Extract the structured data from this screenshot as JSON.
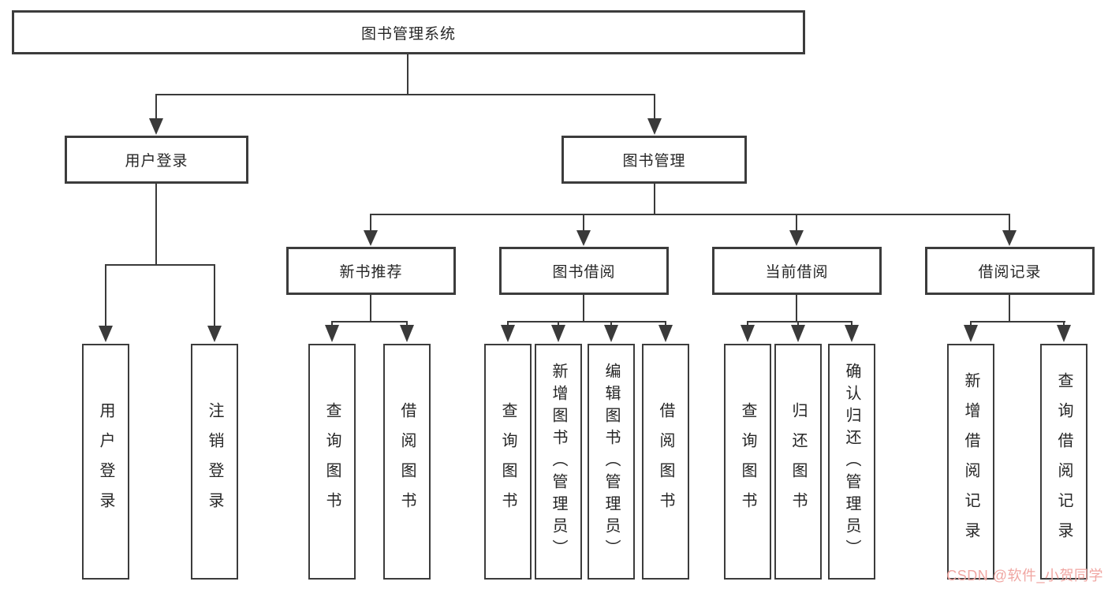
{
  "nodes": {
    "root": "图书管理系统",
    "user_login": "用户登录",
    "book_management": "图书管理",
    "new_book_recommend": "新书推荐",
    "book_borrow": "图书借阅",
    "current_borrow": "当前借阅",
    "borrow_records": "借阅记录",
    "leaf_user_login": "用户登录",
    "leaf_logout": "注销登录",
    "leaf_query_book_1": "查询图书",
    "leaf_borrow_book_1": "借阅图书",
    "leaf_query_book_2": "查询图书",
    "leaf_add_book_admin": "新增图书（管理员）",
    "leaf_edit_book_admin": "编辑图书（管理员）",
    "leaf_borrow_book_2": "借阅图书",
    "leaf_query_book_3": "查询图书",
    "leaf_return_book": "归还图书",
    "leaf_confirm_return_admin": "确认归还（管理员）",
    "leaf_add_borrow_record": "新增借阅记录",
    "leaf_query_borrow_record": "查询借阅记录"
  },
  "watermark": {
    "text": "CSDN @软件_小贺同学",
    "color": "#f0a6a2"
  },
  "colors": {
    "line": "#3a3a3a",
    "box_border": "#3c3c3c",
    "text": "#262626",
    "background": "#ffffff"
  }
}
